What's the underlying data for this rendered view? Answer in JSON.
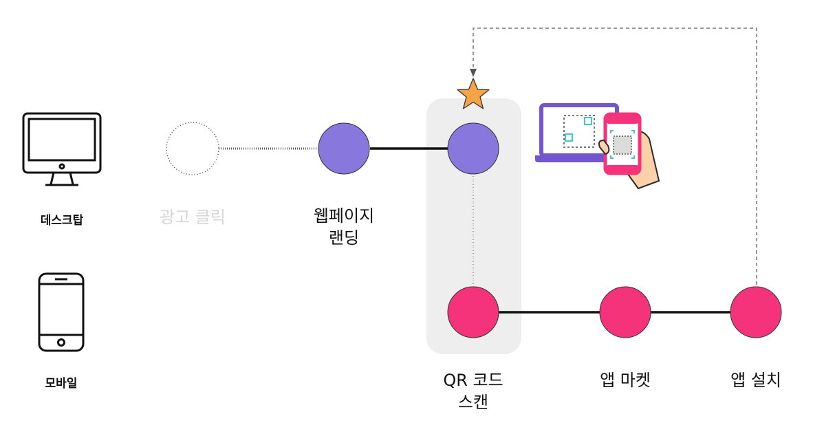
{
  "rows": {
    "desktop": {
      "label": "데스크탑",
      "icon": "desktop-monitor-icon"
    },
    "mobile": {
      "label": "모바일",
      "icon": "smartphone-icon"
    }
  },
  "nodes": {
    "ad_click": {
      "label": "광고 클릭",
      "state": "inactive"
    },
    "web_landing": {
      "line1": "웹페이지",
      "line2": "랜딩"
    },
    "qr_scan": {
      "line1": "QR 코드",
      "line2": "스캔"
    },
    "app_market": {
      "label": "앱 마켓"
    },
    "app_install": {
      "label": "앱 설치"
    }
  },
  "icons": {
    "star": "star-icon",
    "qr_illustration": "qr-scan-illustration-icon"
  },
  "colors": {
    "desktop_node": "#8877dd",
    "mobile_node": "#f5337a",
    "highlight_box": "#eeeeee",
    "star": "#f6a348",
    "connector": "#111111",
    "faded_text": "#d6d6d6"
  }
}
